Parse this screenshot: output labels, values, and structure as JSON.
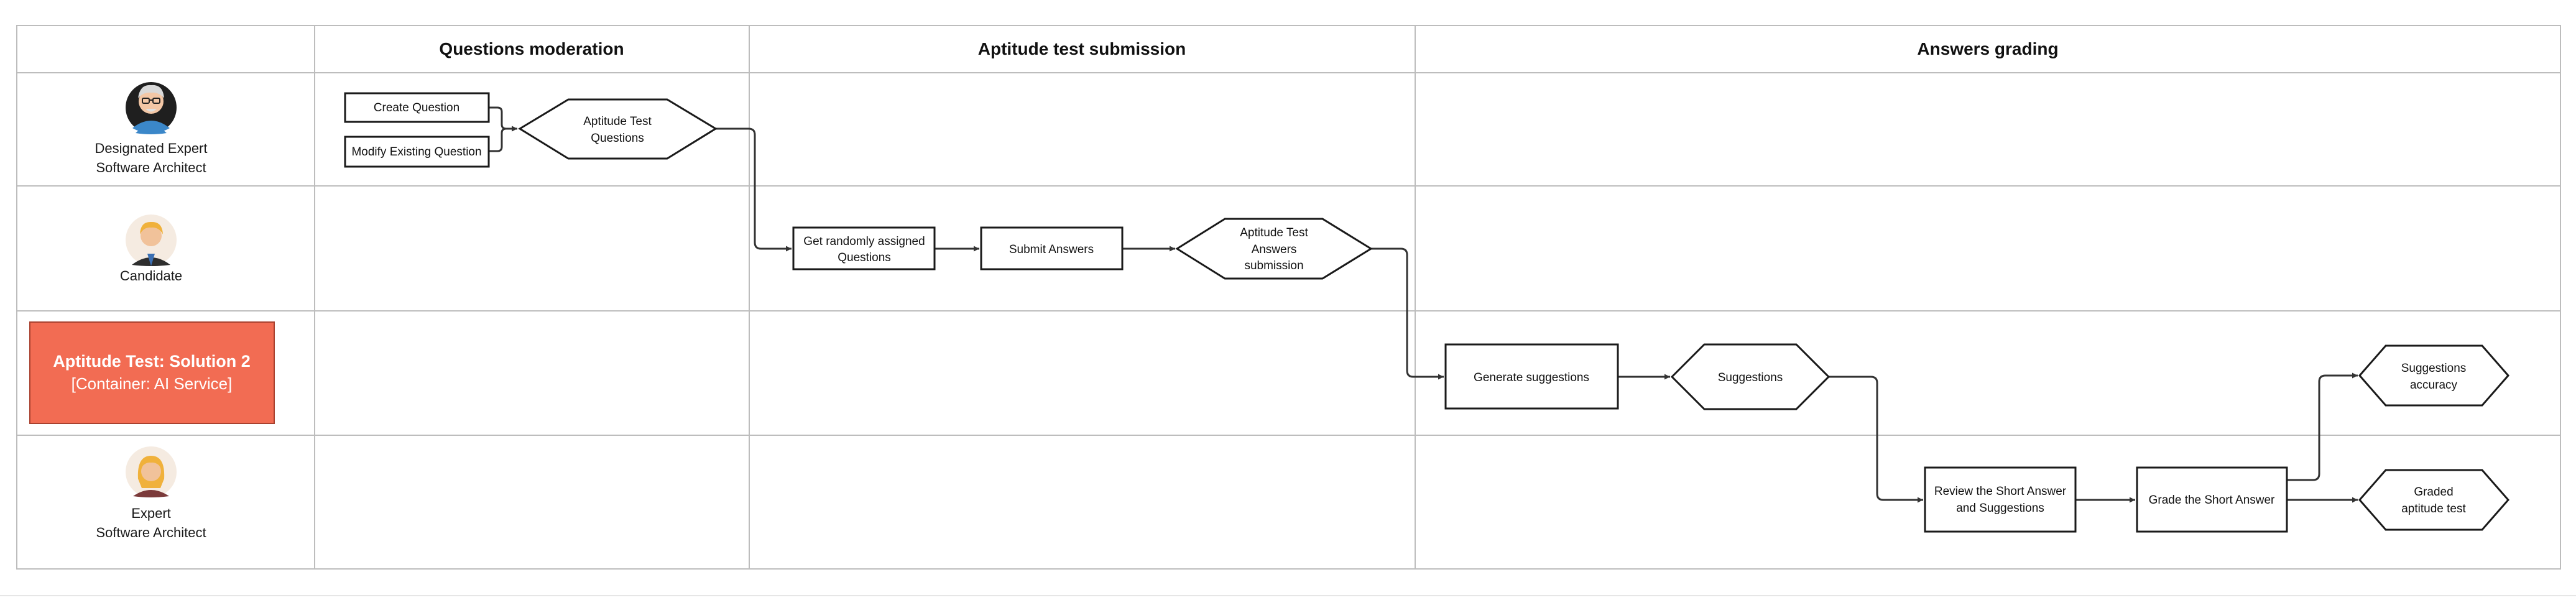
{
  "columns": [
    {
      "label": "Questions moderation"
    },
    {
      "label": "Aptitude test submission"
    },
    {
      "label": "Answers grading"
    }
  ],
  "lanes": [
    {
      "type": "person",
      "avatar": "expert-senior-avatar",
      "lines": [
        "Designated Expert",
        "Software Architect"
      ]
    },
    {
      "type": "person",
      "avatar": "candidate-avatar",
      "lines": [
        "Candidate"
      ]
    },
    {
      "type": "container",
      "title": "Aptitude Test: Solution 2",
      "subtitle": "[Container: AI Service]",
      "color": "#f26c53"
    },
    {
      "type": "person",
      "avatar": "expert-avatar",
      "lines": [
        "Expert",
        "Software Architect"
      ]
    }
  ],
  "nodes": [
    {
      "id": "create-question",
      "shape": "rect",
      "lines": [
        "Create Question"
      ]
    },
    {
      "id": "modify-question",
      "shape": "rect",
      "lines": [
        "Modify Existing Question"
      ]
    },
    {
      "id": "aptitude-test-questions",
      "shape": "hexagon",
      "lines": [
        "Aptitude Test",
        "Questions"
      ]
    },
    {
      "id": "get-questions",
      "shape": "rect",
      "lines": [
        "Get randomly assigned",
        "Questions"
      ]
    },
    {
      "id": "submit-answers",
      "shape": "rect",
      "lines": [
        "Submit Answers"
      ]
    },
    {
      "id": "answers-submission",
      "shape": "hexagon",
      "lines": [
        "Aptitude Test",
        "Answers",
        "submission"
      ]
    },
    {
      "id": "generate-suggestions",
      "shape": "rect",
      "lines": [
        "Generate suggestions"
      ]
    },
    {
      "id": "suggestions",
      "shape": "hexagon",
      "lines": [
        "Suggestions"
      ]
    },
    {
      "id": "review-answer",
      "shape": "rect",
      "lines": [
        "Review the Short Answer",
        "and Suggestions"
      ]
    },
    {
      "id": "grade-answer",
      "shape": "rect",
      "lines": [
        "Grade the Short Answer"
      ]
    },
    {
      "id": "suggestions-accuracy",
      "shape": "hexagon",
      "lines": [
        "Suggestions",
        "accuracy"
      ]
    },
    {
      "id": "graded-test",
      "shape": "hexagon",
      "lines": [
        "Graded",
        "aptitude test"
      ]
    }
  ],
  "edges": [
    {
      "from": "create-question",
      "to": "aptitude-test-questions"
    },
    {
      "from": "modify-question",
      "to": "aptitude-test-questions"
    },
    {
      "from": "aptitude-test-questions",
      "to": "get-questions"
    },
    {
      "from": "get-questions",
      "to": "submit-answers"
    },
    {
      "from": "submit-answers",
      "to": "answers-submission"
    },
    {
      "from": "answers-submission",
      "to": "generate-suggestions"
    },
    {
      "from": "generate-suggestions",
      "to": "suggestions"
    },
    {
      "from": "suggestions",
      "to": "review-answer"
    },
    {
      "from": "review-answer",
      "to": "grade-answer"
    },
    {
      "from": "grade-answer",
      "to": "suggestions-accuracy"
    },
    {
      "from": "grade-answer",
      "to": "graded-test"
    }
  ],
  "colors": {
    "container": "#f26c53",
    "grid": "#bdbdbd",
    "stroke": "#1a1a1a"
  }
}
